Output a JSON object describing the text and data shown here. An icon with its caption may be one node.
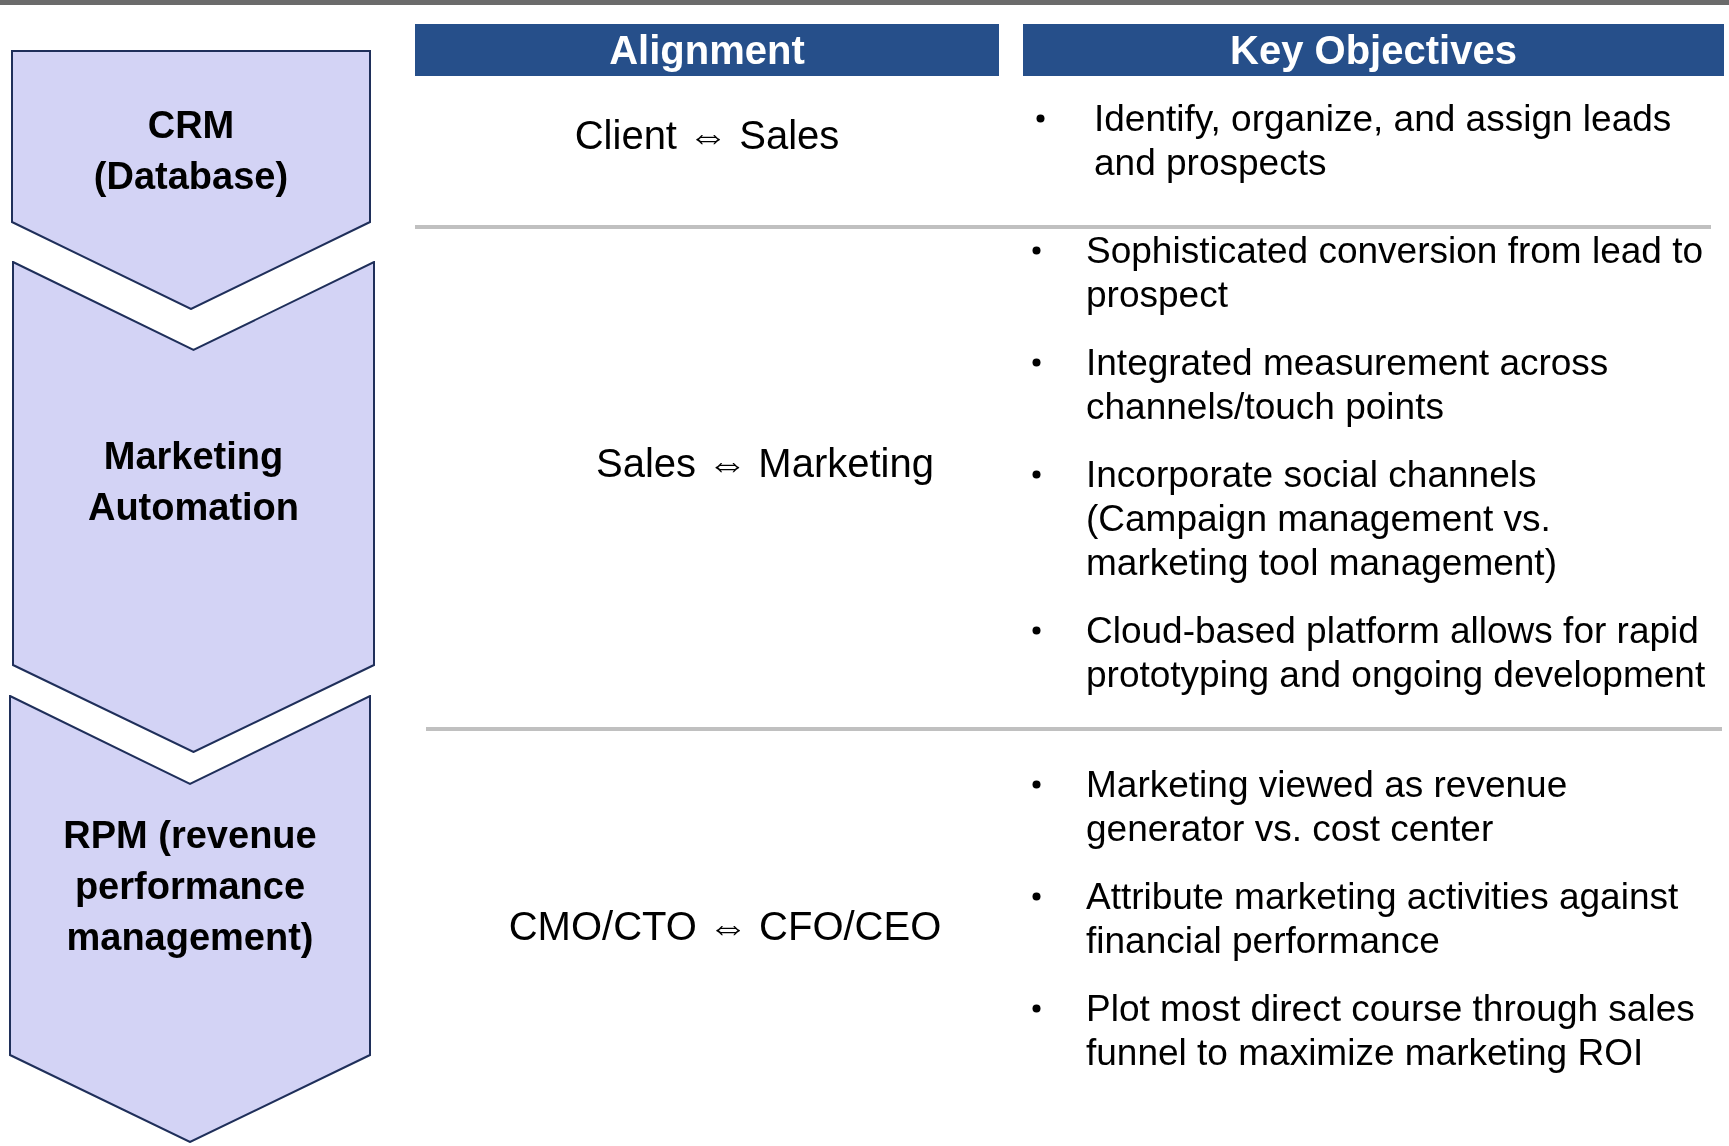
{
  "diagram": {
    "nodes": [
      {
        "text": [
          "CRM (Database)"
        ]
      },
      {
        "text": [
          "Marketing Automation"
        ]
      },
      {
        "text": [
          "RPM (revenue performance management)"
        ]
      },
      {
        "text": [
          "Alignment"
        ]
      },
      {
        "text": [
          "Key Objectives"
        ]
      }
    ],
    "labels": [
      "Client ⇔ Sales",
      "Identify, organize, and assign leads and prospects",
      "Sales ⇔ Marketing",
      "Sophisticated conversion from lead to prospect",
      "Integrated measurement across channels/touch points",
      "Incorporate social channels (Campaign management vs. marketing tool management)",
      "Cloud-based platform allows for rapid prototyping and ongoing development",
      "CMO/CTO ⇔ CFO/CEO",
      "Marketing viewed as revenue generator vs. cost center",
      "Attribute marketing activities against financial performance",
      "Plot most direct course through sales funnel to maximize marketing ROI"
    ]
  }
}
